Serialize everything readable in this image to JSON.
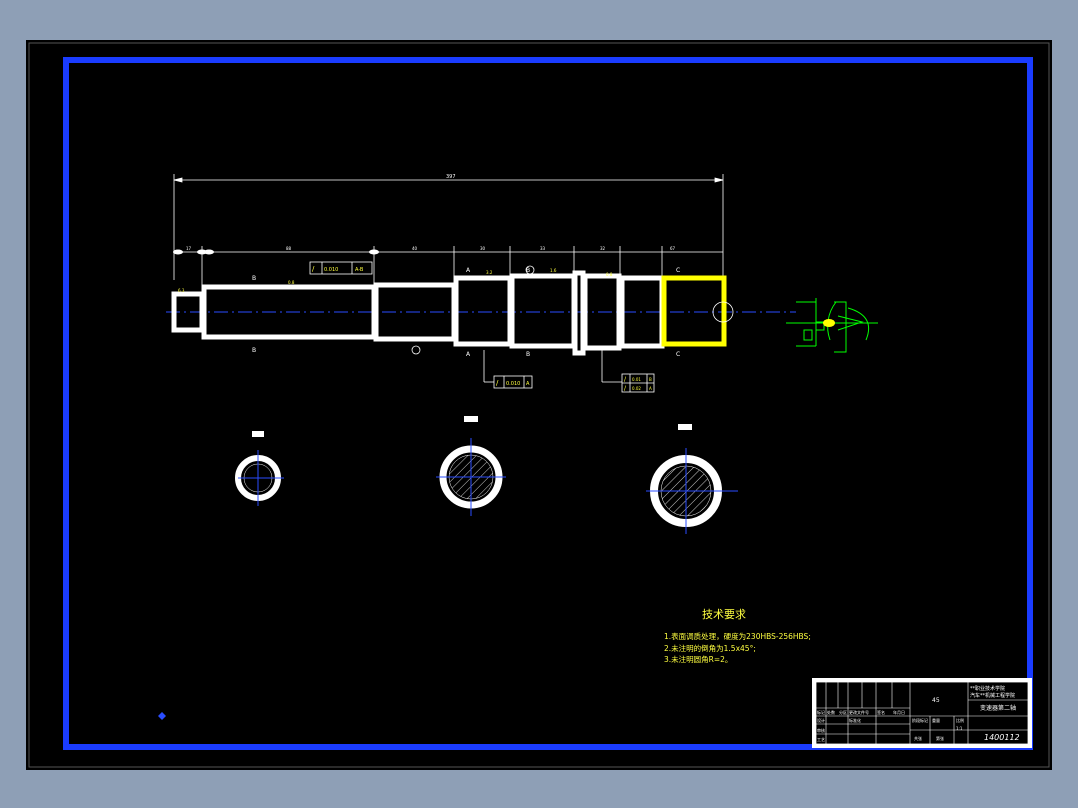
{
  "colors": {
    "frame": "#1a3cff",
    "outline": "#ffffff",
    "dimension": "#ffffff",
    "centerline": "#2a4dff",
    "highlight": "#ffff00",
    "detail": "#00ff00",
    "annotation": "#ffff40",
    "hatch": "#ffffff"
  },
  "dimensions": {
    "overall_length": "397",
    "segments": [
      "17",
      "",
      "88",
      "40",
      "30",
      "33",
      "32",
      "67"
    ]
  },
  "annotations": {
    "tolerance_top": "0.010",
    "datum_top": "A-B",
    "tolerance_mid": "0.010",
    "datum_mid": "A",
    "tolerance_right_1": "0.01",
    "datum_right_1": "B",
    "tolerance_right_2": "0.02",
    "datum_right_2": "A",
    "section_marks": [
      "B",
      "B",
      "A",
      "A",
      "B",
      "B",
      "C",
      "C"
    ],
    "roughness": [
      "0.8",
      "3.2",
      "1.6",
      "0.8",
      "6.3"
    ]
  },
  "tech_requirements": {
    "title": "技术要求",
    "items": [
      "1.表面调质处理，硬度为230HBS-256HBS;",
      "2.未注明的倒角为1.5x45°;",
      "3.未注明圆角R=2。"
    ]
  },
  "title_block": {
    "scale_label": "比例",
    "material": "45",
    "part_name": "变速器第二轴",
    "school_line1": "**职业技术学院",
    "school_line2": "汽车**机械工程学院",
    "drawing_number": "1400112",
    "headers": [
      "标记",
      "处数",
      "分区",
      "更改文件号",
      "签名",
      "年月日"
    ],
    "rows": [
      "设计",
      "审核",
      "工艺"
    ],
    "stage_label": "阶段标记",
    "weight_label": "重量",
    "ratio_value": "1:1",
    "sheet_total": "共张",
    "sheet_num": "第张",
    "standard": "标准化"
  }
}
